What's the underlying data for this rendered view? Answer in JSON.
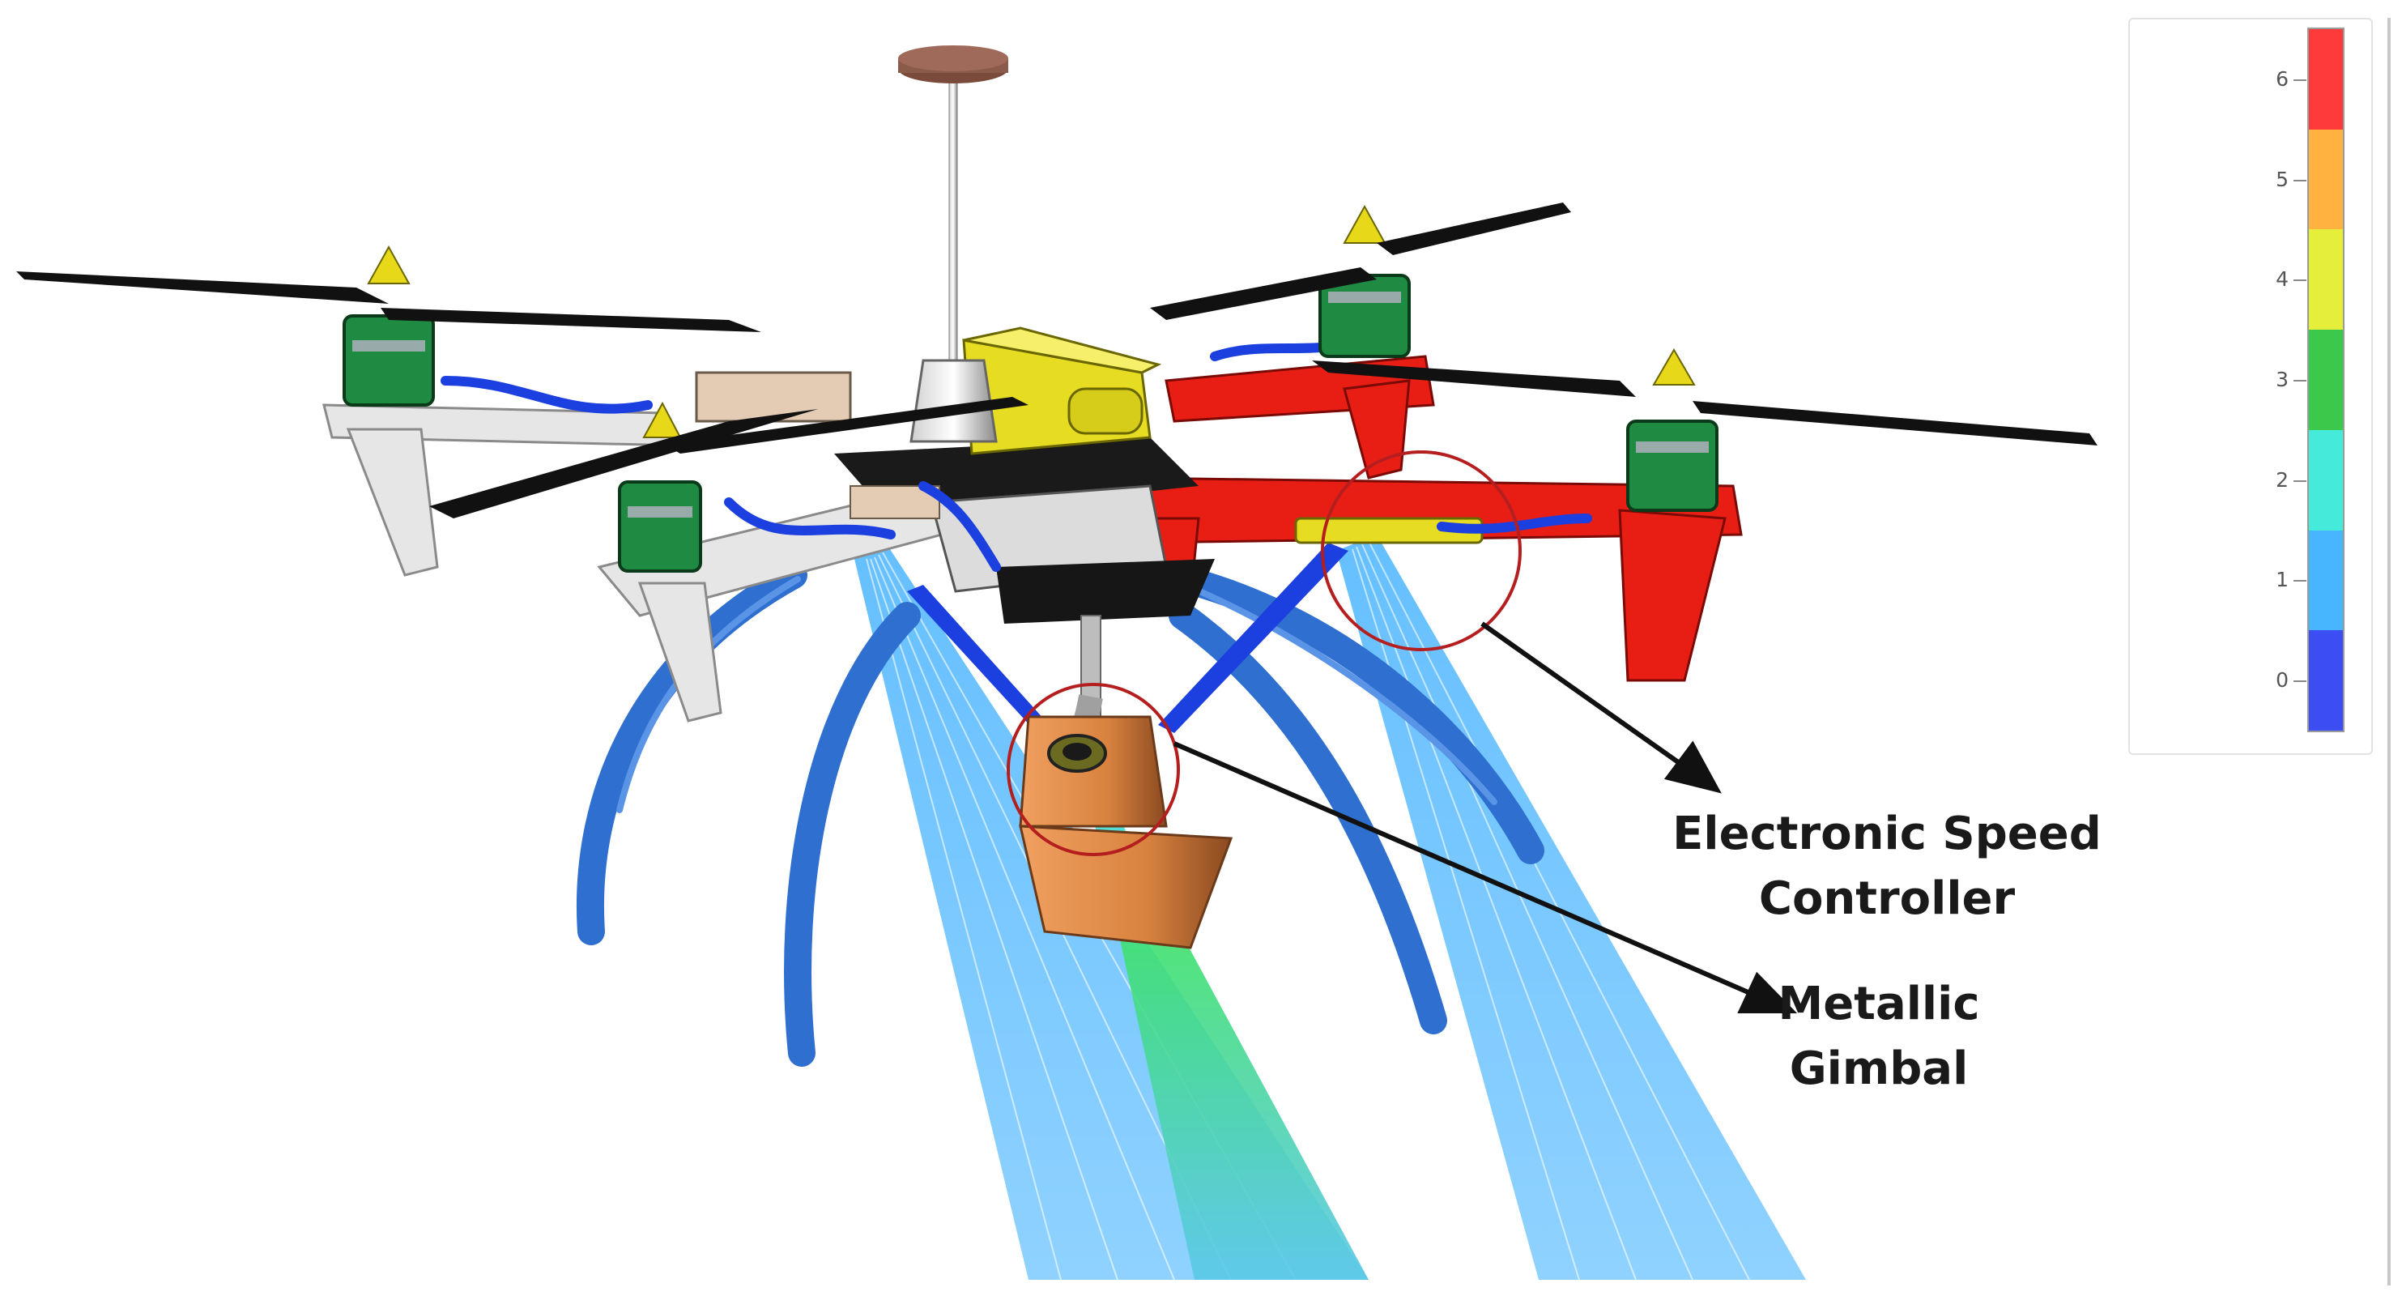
{
  "annotations": {
    "esc": {
      "line1": "Electronic Speed",
      "line2": "Controller"
    },
    "gimbal": {
      "line1": "Metallic",
      "line2": "Gimbal"
    }
  },
  "legend": {
    "tick_labels": [
      "6",
      "5",
      "4",
      "3",
      "2",
      "1",
      "0"
    ],
    "colors": [
      "#ff3a3a",
      "#ffb240",
      "#e6ee3c",
      "#3cc84a",
      "#46eadb",
      "#48b6ff",
      "#3a4ef2"
    ]
  },
  "colors": {
    "frame_blue": "#2f6fd0",
    "arm_red": "#e81e14",
    "arm_white": "#e6e6e6",
    "motor_green": "#1f8a42",
    "prop_black": "#111111",
    "battery_yellow": "#e6dc22",
    "gimbal_copper": "#d9823f",
    "ray_blue": "#4fb8ff",
    "ray_green": "#5fd86a",
    "circle_red": "#b41e1e"
  }
}
